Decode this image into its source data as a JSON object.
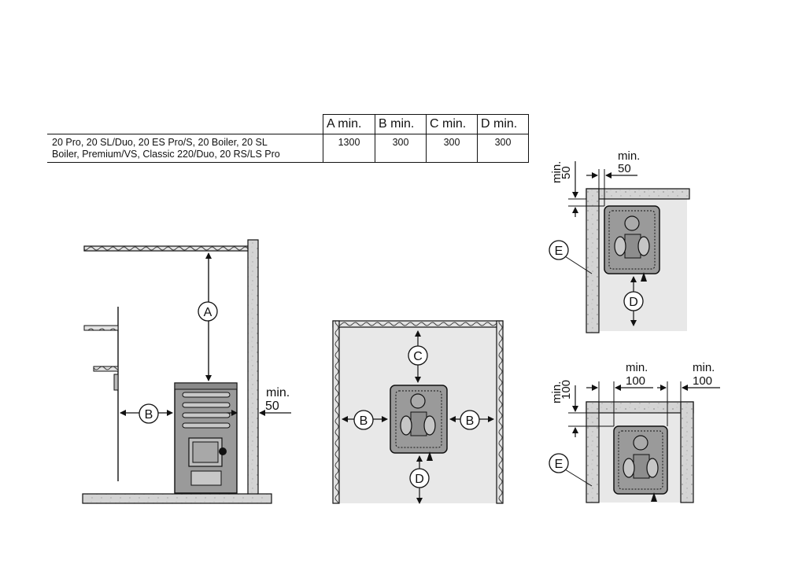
{
  "table": {
    "headers": [
      "A min.",
      "B min.",
      "C min.",
      "D min."
    ],
    "row": {
      "models_line1": "20 Pro, 20 SL/Duo, 20 ES Pro/S, 20 Boiler, 20 SL",
      "models_line2": "Boiler, Premium/VS, Classic 220/Duo, 20 RS/LS Pro",
      "values": [
        "1300",
        "300",
        "300",
        "300"
      ]
    }
  },
  "side_view": {
    "label_a": "A",
    "label_b": "B",
    "min_label": "min.",
    "min_value": "50"
  },
  "top_view": {
    "label_c": "C",
    "label_b_left": "B",
    "label_b_right": "B",
    "label_d": "D"
  },
  "corner_view_1": {
    "min_vertical_label": "min.",
    "min_vertical_value": "50",
    "min_horizontal_label": "min.",
    "min_horizontal_value": "50",
    "label_e": "E",
    "label_d": "D"
  },
  "corner_view_2": {
    "min_vertical_label": "min.",
    "min_vertical_value": "100",
    "min_left_label": "min.",
    "min_left_value": "100",
    "min_right_label": "min.",
    "min_right_value": "100",
    "label_e": "E"
  },
  "colors": {
    "line": "#111111",
    "wall_fill": "#cfcfcf",
    "floor_fill": "#d9d9d9",
    "room_fill": "#e8e8e8",
    "heater_fill": "#9a9a9a",
    "heater_dark": "#555555"
  }
}
